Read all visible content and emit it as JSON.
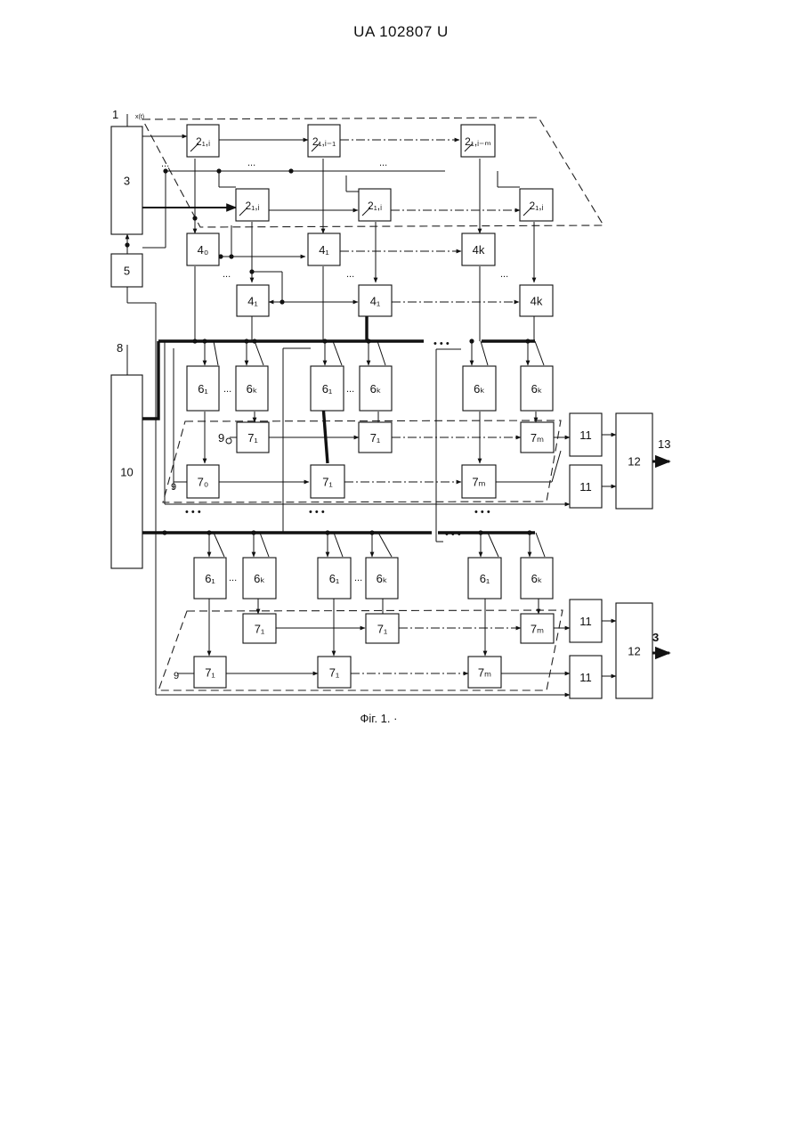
{
  "header": {
    "doc_code": "UA   102807   U"
  },
  "figure": {
    "caption": "Фіг. 1. ·",
    "input_signal": "x(t)",
    "ellipsis": "...",
    "dots": "• • •",
    "labels": {
      "n1": "1",
      "n8": "8",
      "n9": "9",
      "n13": "13"
    },
    "blocks": {
      "b3": "3",
      "b5": "5",
      "b10": "10",
      "b11": "11",
      "b12": "12",
      "r2_1": "2₁,ᵢ",
      "r2_2": "2₁,ᵢ₋₁",
      "r2_3": "2₁,ᵢ₋ₘ",
      "r2_4": "2₁,ᵢ",
      "r2_5": "2₁,ᵢ",
      "r2_6": "2₁,ᵢ",
      "r4_0": "4₀",
      "r4_1": "4₁",
      "r4_k": "4k",
      "r6_1": "6₁",
      "r6_k": "6ₖ",
      "r7_0": "7₀",
      "r7_1": "7₁",
      "r7_m": "7ₘ"
    }
  }
}
